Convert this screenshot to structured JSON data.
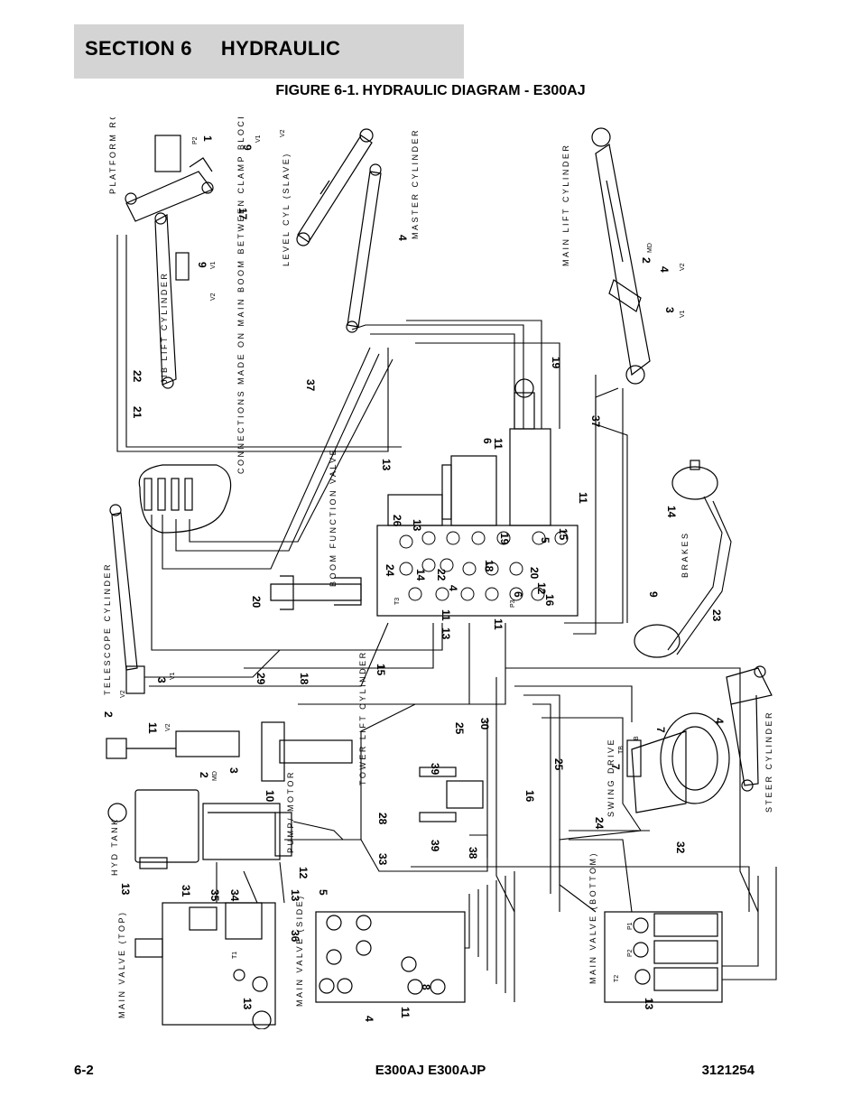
{
  "header": {
    "section_label": "SECTION 6",
    "section_title": "HYDRAULIC"
  },
  "figure": {
    "number": "FIGURE 6-1.",
    "title": "HYDRAULIC DIAGRAM - E300AJ"
  },
  "components": {
    "platform_rotator": "PLATFORM ROTATOR",
    "level_cyl_slave": "LEVEL CYL (SLAVE)",
    "master_cylinder": "MASTER CYLINDER",
    "main_lift_cylinder": "MAIN LIFT CYLINDER",
    "jib_lift_cylinder": "JIB LIFT CYLINDER",
    "connections_note": "CONNECTIONS MADE ON MAIN BOOM BETWEEN CLAMP BLOCKS",
    "boom_function_valve": "BOOM FUNCTION VALVE",
    "telescope_cylinder": "TELESCOPE CYLINDER",
    "tower_lift_cylinder": "TOWER LIFT CYLINDER",
    "brakes": "BRAKES",
    "steer_cylinder": "STEER CYLINDER",
    "swing_drive": "SWING DRIVE",
    "hyd_tank": "HYD TANK",
    "pump_motor": "PUMP/ MOTOR",
    "main_valve_top": "MAIN VALVE (TOP)",
    "main_valve_side": "MAIN VALVE (SIDE)",
    "main_valve_bottom": "MAIN VALVE (BOTTOM)"
  },
  "ports": {
    "p2": "P2",
    "v1": "V1",
    "v2": "V2",
    "md": "MD",
    "t1": "T1",
    "t2": "T2",
    "t3": "T3",
    "p1": "P1",
    "p3": "P3",
    "b": "B",
    "tb": "TB"
  },
  "callouts": {
    "c1": "1",
    "c2": "2",
    "c3": "3",
    "c4": "4",
    "c5": "5",
    "c6": "6",
    "c7": "7",
    "c8": "8",
    "c9": "9",
    "c10": "10",
    "c11": "11",
    "c12": "12",
    "c13": "13",
    "c14": "14",
    "c15": "15",
    "c16": "16",
    "c17": "17",
    "c18": "18",
    "c19": "19",
    "c20": "20",
    "c21": "21",
    "c22": "22",
    "c23": "23",
    "c24": "24",
    "c25": "25",
    "c26": "26",
    "c28": "28",
    "c29": "29",
    "c30": "30",
    "c31": "31",
    "c32": "32",
    "c33": "33",
    "c34": "34",
    "c35": "35",
    "c36": "36",
    "c37": "37",
    "c38": "38",
    "c39": "39"
  },
  "footer": {
    "page": "6-2",
    "model": "E300AJ E300AJP",
    "doc_number": "3121254"
  }
}
